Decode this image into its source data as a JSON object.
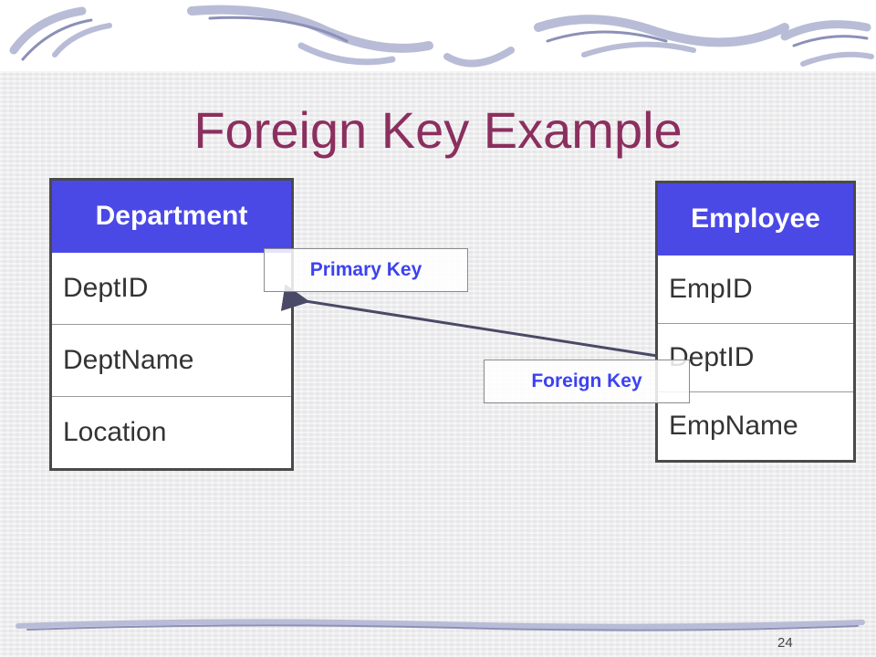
{
  "slide": {
    "title": "Foreign Key Example",
    "page_number": "24"
  },
  "department": {
    "header": "Department",
    "fields": [
      "DeptID",
      "DeptName",
      "Location"
    ]
  },
  "employee": {
    "header": "Employee",
    "fields": [
      "EmpID",
      "DeptID",
      "EmpName"
    ]
  },
  "labels": {
    "primary_key": "Primary Key",
    "foreign_key": "Foreign Key"
  },
  "colors": {
    "title": "#8b2f5e",
    "header_fill": "#4b49e6",
    "key_label_text": "#3c42f0",
    "arrow": "#4a4a66"
  }
}
